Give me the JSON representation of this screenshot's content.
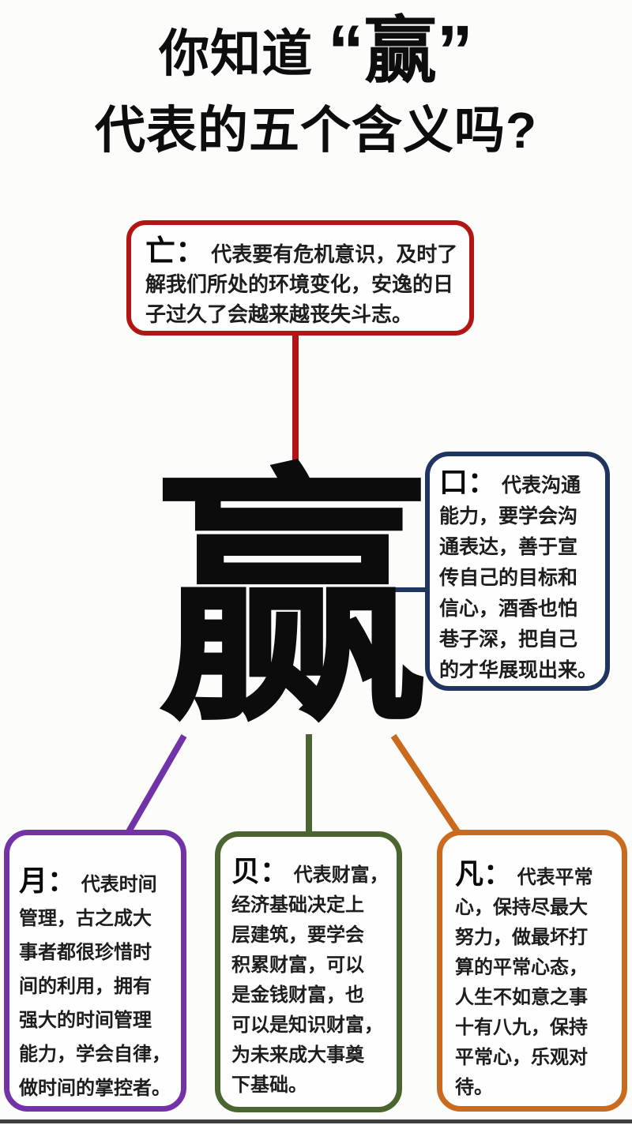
{
  "page": {
    "background": "#fcfcfb",
    "bottom_bar_color": "#3f3f3f"
  },
  "title": {
    "line1_prefix": "你知道 ",
    "line1_highlight": "“赢”",
    "line2": "代表的五个含义吗?"
  },
  "center": {
    "char": "赢"
  },
  "boxes": {
    "wang": {
      "label": "亡：",
      "text": "代表要有危机意识，及时了\n解我们所处的环境变化，安逸的日\n子过久了会越来越丧失斗志。",
      "color": "#b31515"
    },
    "kou": {
      "label": "口：",
      "text": "代表沟通\n能力，要学会沟\n通表达，善于宣\n传自己的目标和\n信心，酒香也怕\n巷子深，把自己\n的才华展现出来。",
      "color": "#1f3560"
    },
    "yue": {
      "label": "月：",
      "text": "代表时间\n管理，古之成大\n事者都很珍惜时\n间的利用，拥有\n强大的时间管理\n能力，学会自律，\n做时间的掌控者。",
      "color": "#7232a8"
    },
    "bei": {
      "label": "贝：",
      "text": "代表财富，\n经济基础决定上\n层建筑，要学会\n积累财富，可以\n是金钱财富，也\n可以是知识财富，\n为未来成大事奠\n下基础。",
      "color": "#4a6530"
    },
    "fan": {
      "label": "凡：",
      "text": "代表平常\n心，保持尽最大\n努力，做最坏打\n算的平常心态，\n人生不如意之事\n十有八九，保持\n平常心，乐观对\n待。",
      "color": "#c96a1e"
    }
  },
  "connectors": {
    "wang": "#b31515",
    "kou": "#1f3560",
    "yue": "#7232a8",
    "bei": "#4a6530",
    "fan": "#c96a1e"
  }
}
